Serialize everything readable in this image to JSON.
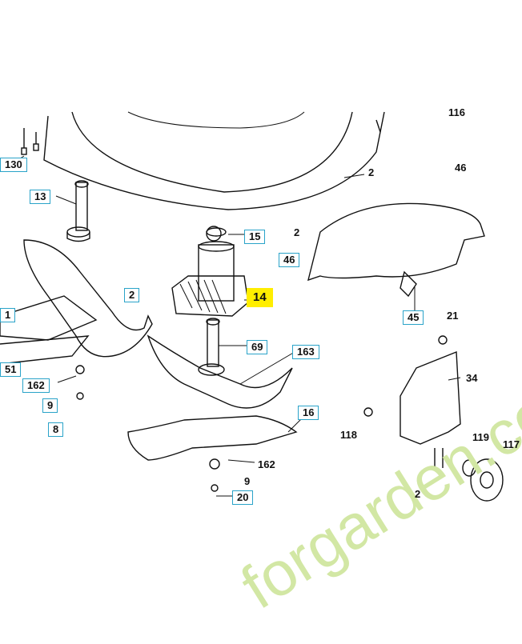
{
  "diagram": {
    "watermark": "forgarden.com",
    "highlight_color": "#ffee00",
    "label_border_color": "#2aa3c9",
    "labels": {
      "l116": "116",
      "l130": "130",
      "l13": "13",
      "l2a": "2",
      "l15": "15",
      "l46a": "46",
      "l2b": "2",
      "l46b": "46",
      "l2c": "2",
      "l14": "14",
      "l45": "45",
      "l21": "21",
      "l1": "1",
      "l69": "69",
      "l163": "163",
      "l34": "34",
      "l51": "51",
      "l162a": "162",
      "l9a": "9",
      "l16": "16",
      "l8": "8",
      "l118": "118",
      "l119": "119",
      "l117": "117",
      "l162b": "162",
      "l9b": "9",
      "l2d": "2",
      "l20": "20"
    }
  }
}
